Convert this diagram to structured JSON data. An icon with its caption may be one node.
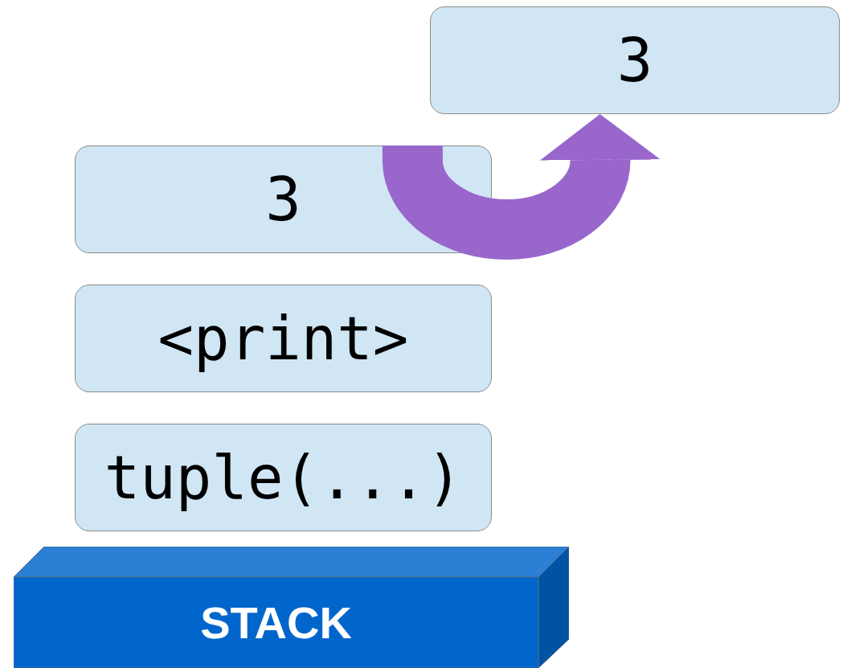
{
  "diagram": {
    "nodes": [
      {
        "text": [
          "3"
        ]
      },
      {
        "text": [
          "3"
        ]
      },
      {
        "text": [
          "<print>"
        ]
      },
      {
        "text": [
          "tuple(...)"
        ]
      },
      {
        "text": [
          "STACK"
        ]
      }
    ],
    "edges": [
      {
        "from": 1,
        "to": 0,
        "arrow": "to",
        "color": "#9966cc"
      }
    ]
  }
}
